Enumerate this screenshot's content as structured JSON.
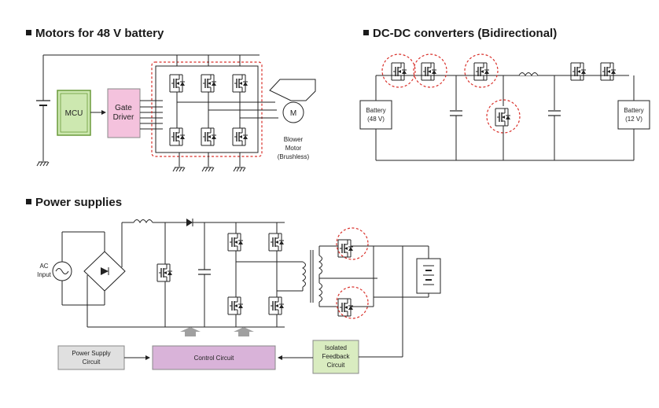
{
  "sections": {
    "motors": {
      "title": "Motors for 48 V battery"
    },
    "dcdc": {
      "title": "DC-DC converters (Bidirectional)"
    },
    "power": {
      "title": "Power supplies"
    }
  },
  "motors": {
    "mcu": "MCU",
    "gate_driver": [
      "Gate",
      "Driver"
    ],
    "motor_symbol": "M",
    "blower": [
      "Blower",
      "Motor",
      "(Brushless)"
    ]
  },
  "dcdc": {
    "battery_48": [
      "Battery",
      "(48 V)"
    ],
    "battery_12": [
      "Battery",
      "(12 V)"
    ]
  },
  "power": {
    "ac_input": [
      "AC",
      "Input"
    ],
    "power_supply_circuit": [
      "Power Supply",
      "Circuit"
    ],
    "control_circuit": "Control Circuit",
    "isolated_feedback": [
      "Isolated",
      "Feedback",
      "Circuit"
    ]
  },
  "colors": {
    "mcu_fill": "#cde8b0",
    "mcu_border": "#6a9a3a",
    "gate_driver_fill": "#f4c2dd",
    "control_fill": "#d9b3d9",
    "power_supply_fill": "#e0e0e0",
    "feedback_fill": "#d9ecc0",
    "highlight": "#d9302a",
    "arrow_gray": "#a0a0a0"
  }
}
